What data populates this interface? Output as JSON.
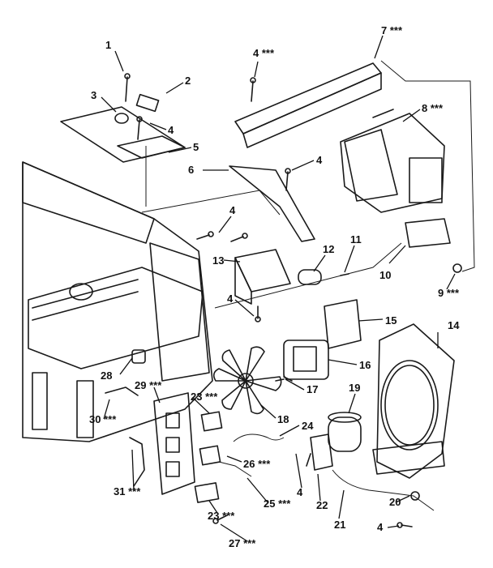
{
  "diagram": {
    "callouts": [
      {
        "id": "1",
        "text": "1"
      },
      {
        "id": "2",
        "text": "2"
      },
      {
        "id": "3",
        "text": "3"
      },
      {
        "id": "4a",
        "text": "4"
      },
      {
        "id": "5",
        "text": "5"
      },
      {
        "id": "4b",
        "text": "4 ***"
      },
      {
        "id": "7",
        "text": "7 ***"
      },
      {
        "id": "8",
        "text": "8 ***"
      },
      {
        "id": "6",
        "text": "6"
      },
      {
        "id": "4c",
        "text": "4"
      },
      {
        "id": "4d",
        "text": "4"
      },
      {
        "id": "13",
        "text": "13"
      },
      {
        "id": "12",
        "text": "12"
      },
      {
        "id": "11",
        "text": "11"
      },
      {
        "id": "10",
        "text": "10"
      },
      {
        "id": "9",
        "text": "9 ***"
      },
      {
        "id": "4e",
        "text": "4"
      },
      {
        "id": "15",
        "text": "15"
      },
      {
        "id": "14",
        "text": "14"
      },
      {
        "id": "16",
        "text": "16"
      },
      {
        "id": "28",
        "text": "28"
      },
      {
        "id": "17",
        "text": "17"
      },
      {
        "id": "29",
        "text": "29 ***"
      },
      {
        "id": "19",
        "text": "19"
      },
      {
        "id": "23a",
        "text": "23 ***"
      },
      {
        "id": "30",
        "text": "30 ***"
      },
      {
        "id": "18",
        "text": "18"
      },
      {
        "id": "24",
        "text": "24"
      },
      {
        "id": "26",
        "text": "26 ***"
      },
      {
        "id": "31",
        "text": "31 ***"
      },
      {
        "id": "25",
        "text": "25 ***"
      },
      {
        "id": "4f",
        "text": "4"
      },
      {
        "id": "22",
        "text": "22"
      },
      {
        "id": "20",
        "text": "20"
      },
      {
        "id": "23b",
        "text": "23 ***"
      },
      {
        "id": "21",
        "text": "21"
      },
      {
        "id": "4g",
        "text": "4"
      },
      {
        "id": "27",
        "text": "27 ***"
      }
    ]
  }
}
